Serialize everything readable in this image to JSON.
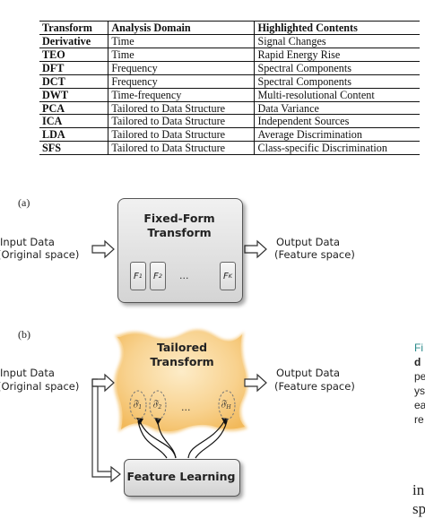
{
  "table": {
    "headers": [
      "Transform",
      "Analysis Domain",
      "Highlighted Contents"
    ],
    "rows": [
      [
        "Derivative",
        "Time",
        "Signal Changes"
      ],
      [
        "TEO",
        "Time",
        "Rapid Energy Rise"
      ],
      [
        "DFT",
        "Frequency",
        "Spectral Components"
      ],
      [
        "DCT",
        "Frequency",
        "Spectral Components"
      ],
      [
        "DWT",
        "Time-frequency",
        "Multi-resolutional Content"
      ],
      [
        "PCA",
        "Tailored to Data Structure",
        "Data Variance"
      ],
      [
        "ICA",
        "Tailored to Data Structure",
        "Independent Sources"
      ],
      [
        "LDA",
        "Tailored to Data Structure",
        "Average Discrimination"
      ],
      [
        "SFS",
        "Tailored to Data Structure",
        "Class-specific Discrimination"
      ]
    ]
  },
  "diagram_a": {
    "label": "(a)",
    "title_line1": "Fixed-Form",
    "title_line2": "Transform",
    "input_line1": "Input Data",
    "input_line2": "(Original space)",
    "output_line1": "Output Data",
    "output_line2": "(Feature space)",
    "f_first": "F",
    "f_first_sub": "1",
    "f_second": "F",
    "f_second_sub": "2",
    "f_dots": "...",
    "f_last": "F",
    "f_last_sub": "K"
  },
  "diagram_b": {
    "label": "(b)",
    "title_line1": "Tailored",
    "title_line2": "Transform",
    "input_line1": "Input Data",
    "input_line2": "(Original space)",
    "output_line1": "Output Data",
    "output_line2": "(Feature space)",
    "sig_1": "𝔉",
    "sig_1_sub": "1",
    "sig_2": "𝔉",
    "sig_2_sub": "2",
    "sig_dots": "...",
    "sig_last": "𝔉",
    "sig_last_sub": "H",
    "feature_learning": "Feature Learning"
  },
  "side_text": {
    "c1": "Fi",
    "c2": "d",
    "c3": "pe",
    "c4": "ys",
    "c5": "ea",
    "c6": "re",
    "c7": "in",
    "c8": "sp"
  },
  "colors": {
    "tailored_fill": "#f6c878",
    "tailored_fill_light": "#fde8bf",
    "box_gray": "#dcdcdc",
    "side_accent": "#2a8a8a"
  }
}
